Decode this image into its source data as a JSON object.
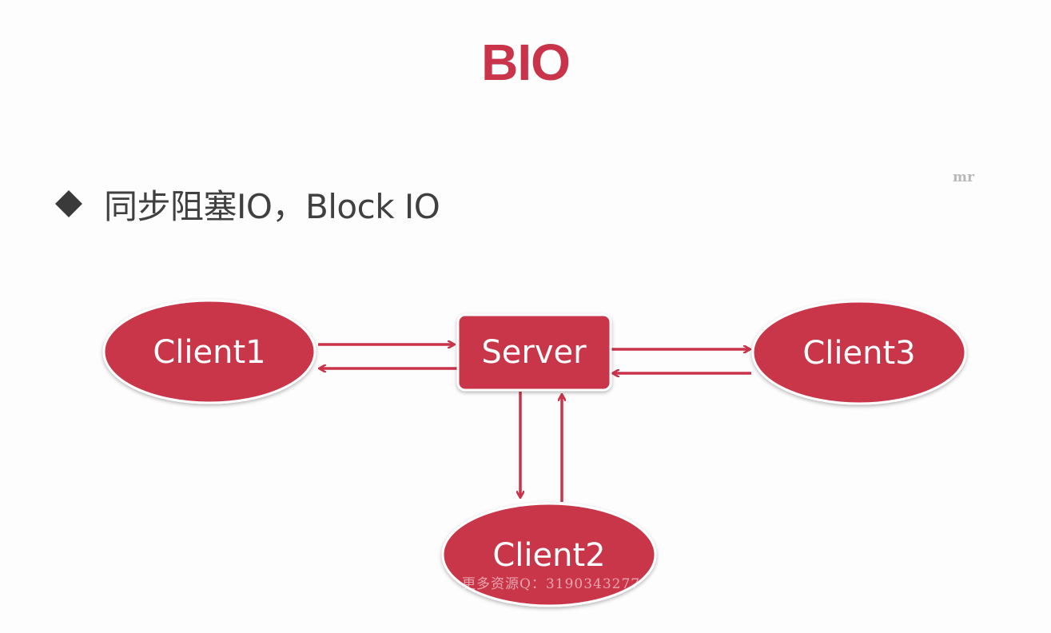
{
  "slide": {
    "title": "BIO",
    "bullet": "同步阻塞IO，Block IO",
    "corner_mark": "mr"
  },
  "diagram": {
    "nodes": {
      "client1": "Client1",
      "server": "Server",
      "client3": "Client3",
      "client2": "Client2"
    }
  },
  "watermark": {
    "text": "更多资源Q：3190343277"
  },
  "colors": {
    "accent": "#c9344a",
    "node_fill": "#c9344a",
    "arrow": "#c9344a",
    "bullet_text": "#404040"
  },
  "icons": {
    "bullet": "diamond-bullet-icon"
  }
}
